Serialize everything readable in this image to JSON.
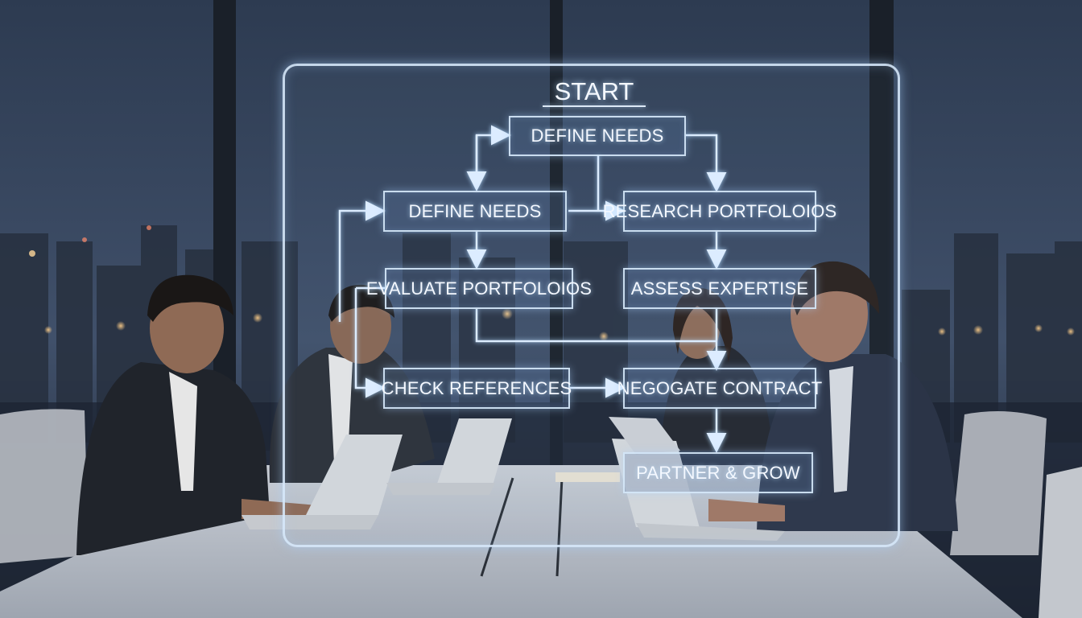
{
  "flowchart": {
    "start": "START",
    "nodes": {
      "top_define_needs": "DEFINE NEEDS",
      "left_define_needs": "DEFINE NEEDS",
      "research_portfolios": "RESEARCH PORTFOLOIOS",
      "evaluate_portfolios": "EVALUATE PORTFOLOIOS",
      "assess_expertise": "ASSESS EXPERTISE",
      "check_references": "CHECK REFERENCES",
      "negotiate_contract": "NEGOGATE CONTRACT",
      "partner_grow": "PARTNER & GROW"
    }
  }
}
